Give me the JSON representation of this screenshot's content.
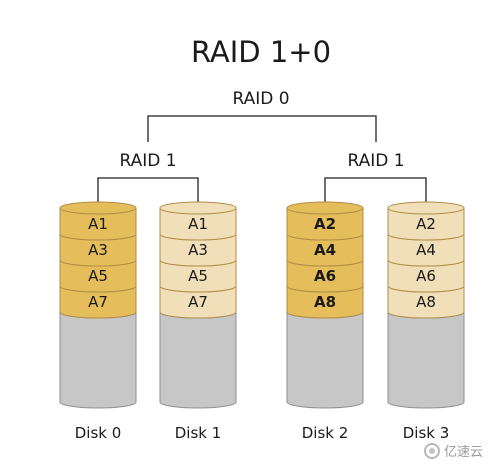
{
  "title": "RAID 1+0",
  "top_label": "RAID 0",
  "groups": [
    {
      "label": "RAID 1"
    },
    {
      "label": "RAID 1"
    }
  ],
  "disks": [
    {
      "name": "Disk 0",
      "blocks": [
        "A1",
        "A3",
        "A5",
        "A7"
      ],
      "primary": true,
      "bold": false
    },
    {
      "name": "Disk 1",
      "blocks": [
        "A1",
        "A3",
        "A5",
        "A7"
      ],
      "primary": false,
      "bold": false
    },
    {
      "name": "Disk 2",
      "blocks": [
        "A2",
        "A4",
        "A6",
        "A8"
      ],
      "primary": true,
      "bold": true
    },
    {
      "name": "Disk 3",
      "blocks": [
        "A2",
        "A4",
        "A6",
        "A8"
      ],
      "primary": false,
      "bold": false
    }
  ],
  "colors": {
    "primary_block": "#e5bd5b",
    "mirror_block": "#f0dfb8",
    "block_stroke": "#b08d45",
    "empty_body": "#c7c7c7",
    "empty_stroke": "#8f8f8f",
    "line": "#222222"
  },
  "watermark": {
    "text": "亿速云",
    "icon": "yisuyun-logo-icon"
  }
}
